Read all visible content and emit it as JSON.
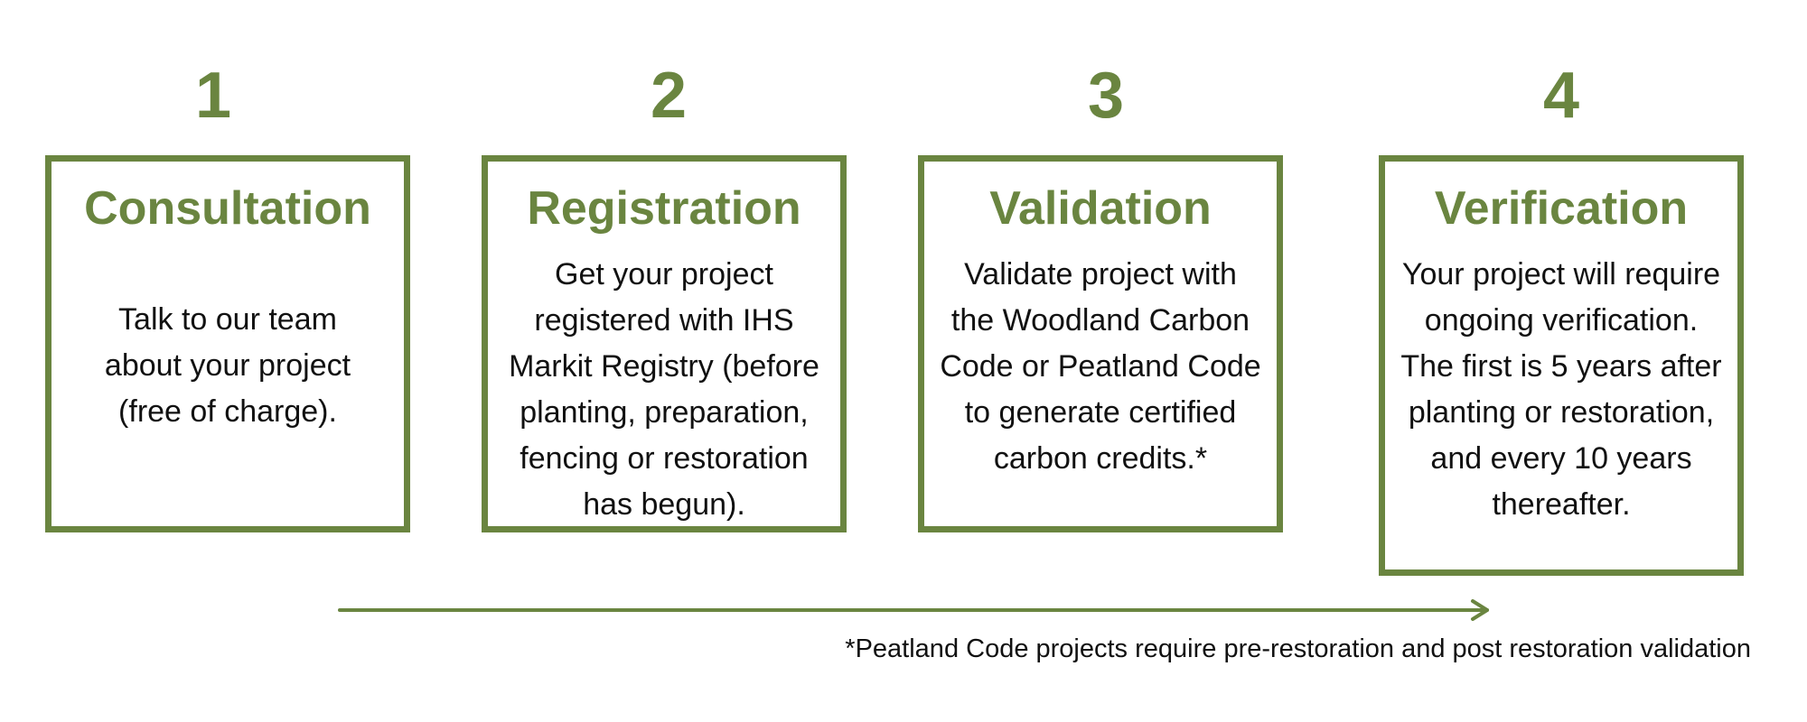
{
  "steps": [
    {
      "number": "1",
      "title": "Consultation",
      "description": "Talk to our team about your project (free of charge)."
    },
    {
      "number": "2",
      "title": "Registration",
      "description": "Get your project registered with IHS Markit Registry (before planting, preparation, fencing or restoration has begun)."
    },
    {
      "number": "3",
      "title": "Validation",
      "description": "Validate project with the Woodland Carbon Code or Peatland Code to generate certified carbon credits.*"
    },
    {
      "number": "4",
      "title": "Verification",
      "description": "Your project will require ongoing verification. The first is 5 years after planting or restoration, and every 10 years thereafter."
    }
  ],
  "footnote": "*Peatland Code projects require pre-restoration and post restoration validation",
  "colors": {
    "accent": "#6a8540",
    "text": "#111111",
    "background": "#ffffff"
  }
}
